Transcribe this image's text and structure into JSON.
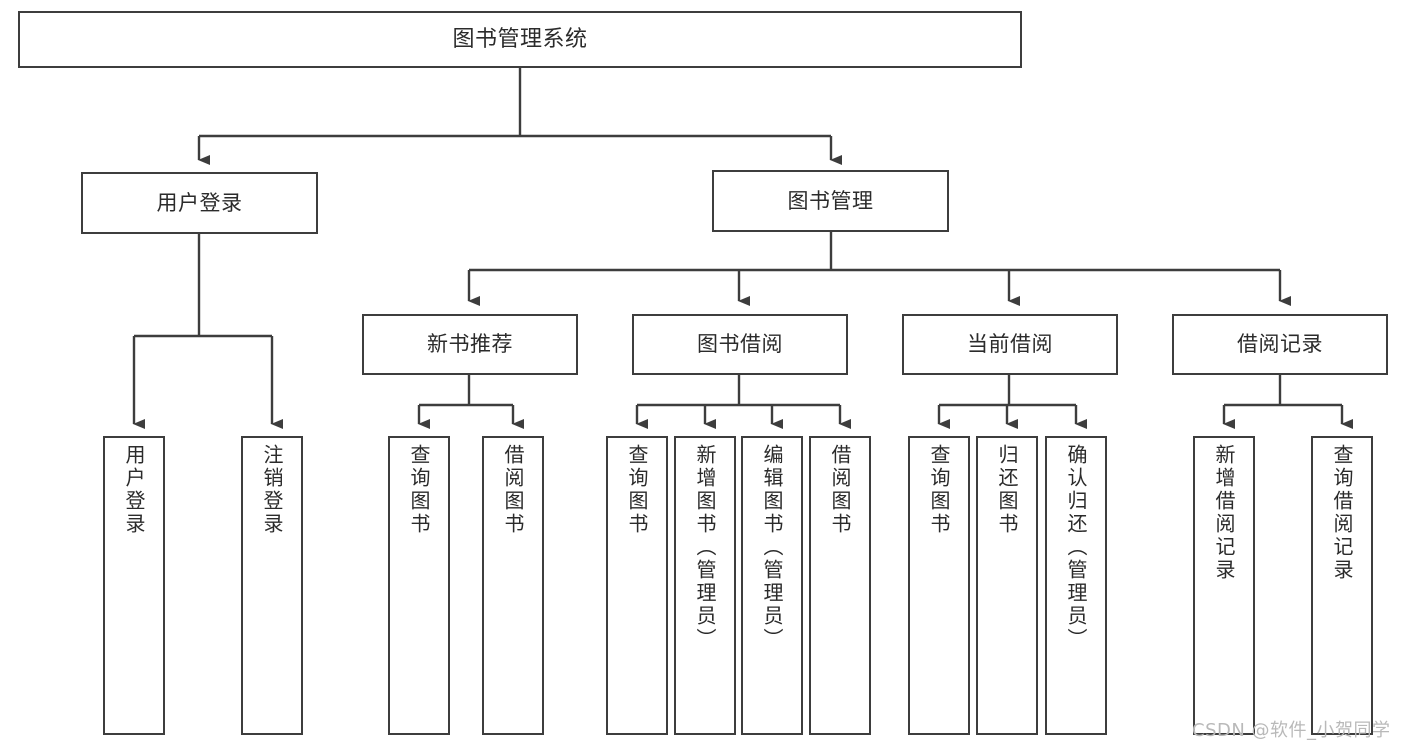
{
  "diagram": {
    "title": "图书管理系统",
    "type": "hierarchy-tree",
    "edge_color": "#3d3d3d",
    "node_border_color": "#3d3d3d",
    "node_fill_color": "#ffffff",
    "text_color": "#2b2b2b",
    "background": "#ffffff",
    "watermark": "CSDN @软件_小贺同学",
    "watermark_color": "#b9b9b9"
  },
  "nodes": {
    "root": {
      "label": "图书管理系统",
      "level": 1,
      "orientation": "horizontal"
    },
    "l2": [
      {
        "id": "user-login",
        "label": "用户登录",
        "level": 2,
        "orientation": "horizontal"
      },
      {
        "id": "book-admin",
        "label": "图书管理",
        "level": 2,
        "orientation": "horizontal"
      }
    ],
    "l3": [
      {
        "id": "new-book-rec",
        "label": "新书推荐",
        "level": 3,
        "orientation": "horizontal",
        "parent": "book-admin"
      },
      {
        "id": "book-borrow",
        "label": "图书借阅",
        "level": 3,
        "orientation": "horizontal",
        "parent": "book-admin"
      },
      {
        "id": "current-borrow",
        "label": "当前借阅",
        "level": 3,
        "orientation": "horizontal",
        "parent": "book-admin"
      },
      {
        "id": "borrow-record",
        "label": "借阅记录",
        "level": 3,
        "orientation": "horizontal",
        "parent": "book-admin"
      }
    ],
    "leaves": [
      {
        "id": "leaf-user-login",
        "label": "用户登录",
        "parent": "user-login",
        "orientation": "vertical"
      },
      {
        "id": "leaf-logout",
        "label": "注销登录",
        "parent": "user-login",
        "orientation": "vertical"
      },
      {
        "id": "leaf-query-book-1",
        "label": "查询图书",
        "parent": "new-book-rec",
        "orientation": "vertical"
      },
      {
        "id": "leaf-borrow-book-1",
        "label": "借阅图书",
        "parent": "new-book-rec",
        "orientation": "vertical"
      },
      {
        "id": "leaf-query-book-2",
        "label": "查询图书",
        "parent": "book-borrow",
        "orientation": "vertical"
      },
      {
        "id": "leaf-add-book",
        "label": "新增图书（管理员）",
        "parent": "book-borrow",
        "orientation": "vertical"
      },
      {
        "id": "leaf-edit-book",
        "label": "编辑图书（管理员）",
        "parent": "book-borrow",
        "orientation": "vertical"
      },
      {
        "id": "leaf-borrow-book-2",
        "label": "借阅图书",
        "parent": "book-borrow",
        "orientation": "vertical"
      },
      {
        "id": "leaf-query-book-3",
        "label": "查询图书",
        "parent": "current-borrow",
        "orientation": "vertical"
      },
      {
        "id": "leaf-return-book",
        "label": "归还图书",
        "parent": "current-borrow",
        "orientation": "vertical"
      },
      {
        "id": "leaf-confirm-return",
        "label": "确认归还（管理员）",
        "parent": "current-borrow",
        "orientation": "vertical"
      },
      {
        "id": "leaf-add-record",
        "label": "新增借阅记录",
        "parent": "borrow-record",
        "orientation": "vertical"
      },
      {
        "id": "leaf-query-record",
        "label": "查询借阅记录",
        "parent": "borrow-record",
        "orientation": "vertical"
      }
    ]
  }
}
